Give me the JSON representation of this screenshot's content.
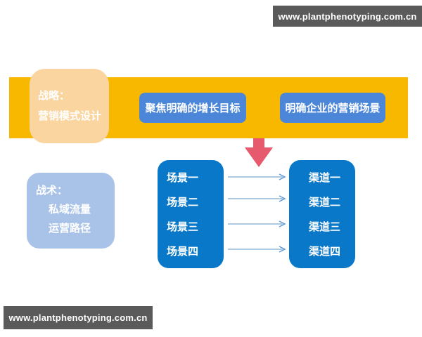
{
  "watermark_top": {
    "text": "www.plantphenotyping.com.cn"
  },
  "watermark_bottom": {
    "text": "www.plantphenotyping.com.cn"
  },
  "strategy": {
    "label_line1": "战略：",
    "label_line2": "营销模式设计",
    "goals": [
      "聚焦明确的增长目标",
      "明确企业的营销场景"
    ]
  },
  "tactics": {
    "label_line1": "战术：",
    "label_line2": "私域流量",
    "label_line3": "运营路径"
  },
  "scenarios": {
    "items": [
      "场景一",
      "场景二",
      "场景三",
      "场景四"
    ]
  },
  "channels": {
    "items": [
      "渠道一",
      "渠道二",
      "渠道三",
      "渠道四"
    ]
  },
  "colors": {
    "band_yellow": "#f9b800",
    "strategy_box_orange": "#fad5a0",
    "goal_pill_blue": "#4c86d8",
    "list_box_blue": "#0a78c8",
    "tactics_box_blue": "#a9c2e8",
    "down_arrow_red": "#e7596c",
    "flow_arrow_blue": "#93b9da",
    "watermark_gray": "#5a5a5a"
  }
}
